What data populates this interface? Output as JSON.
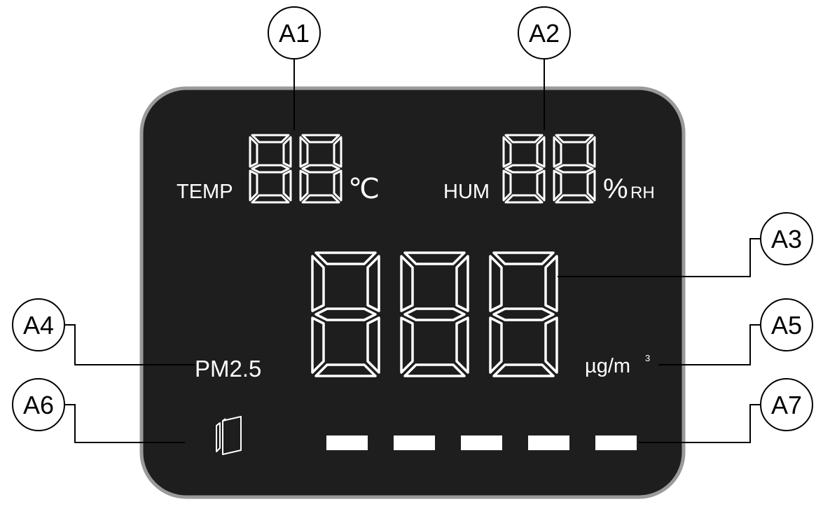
{
  "display": {
    "temp_label": "TEMP",
    "temp_unit": "℃",
    "hum_label": "HUM",
    "hum_unit_percent": "%",
    "hum_unit_rh": "RH",
    "pm_label": "PM2.5",
    "pm_unit_base": "µg/m",
    "pm_unit_sup": "3",
    "temp_digits": "88",
    "hum_digits": "88",
    "pm_digits": "888",
    "level_bars_count": 5,
    "filter_icon": "filter-icon"
  },
  "callouts": [
    {
      "id": "A1"
    },
    {
      "id": "A2"
    },
    {
      "id": "A3"
    },
    {
      "id": "A4"
    },
    {
      "id": "A5"
    },
    {
      "id": "A6"
    },
    {
      "id": "A7"
    }
  ],
  "colors": {
    "lcd_background": "#1e1e1e",
    "lcd_border": "#9a9a9a",
    "segment": "#ffffff",
    "line": "#000000"
  }
}
